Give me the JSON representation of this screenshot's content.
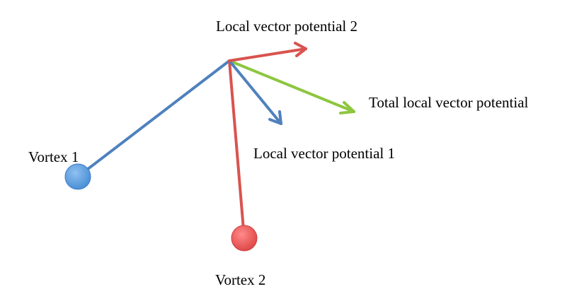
{
  "colors": {
    "vortex1": "#4f81bd",
    "vortex1_fill": "#5b9bd5",
    "vortex2": "#d9534f",
    "vortex2_fill": "#e8585a",
    "total": "#8dc63f"
  },
  "labels": {
    "local_vector_potential_2": "Local vector potential 2",
    "total_local_vector_potential": "Total local vector potential",
    "local_vector_potential_1": "Local vector potential 1",
    "vortex_1": "Vortex 1",
    "vortex_2": "Vortex 2"
  }
}
